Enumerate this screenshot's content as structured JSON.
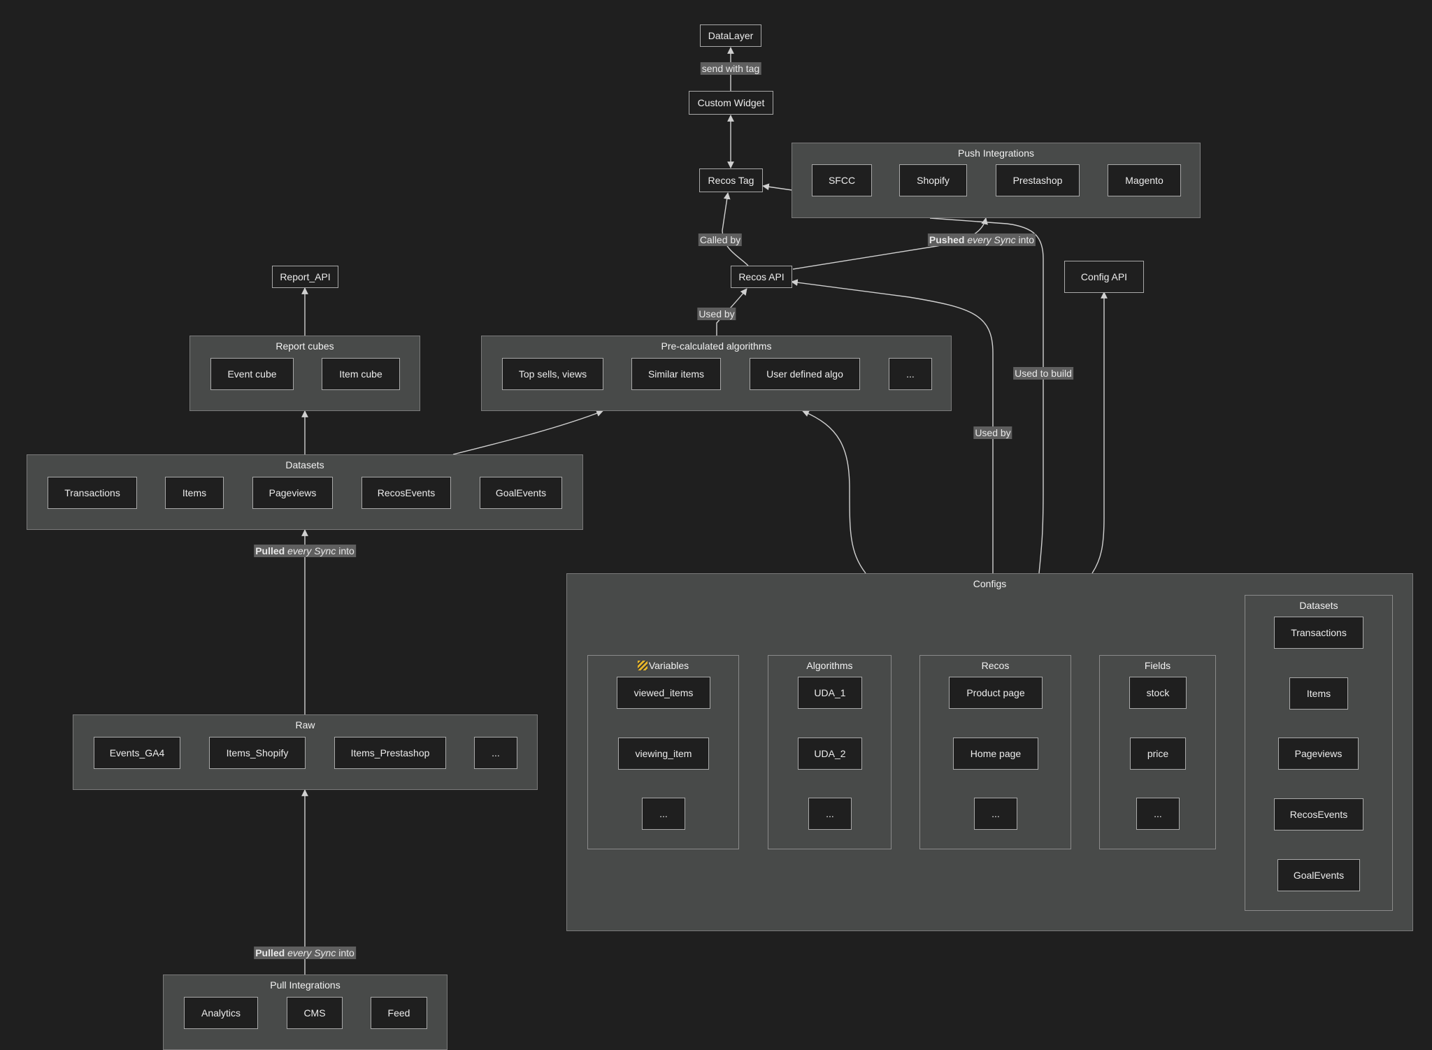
{
  "groups": {
    "push_integrations": {
      "title": "Push Integrations",
      "items": [
        "SFCC",
        "Shopify",
        "Prestashop",
        "Magento"
      ]
    },
    "report_cubes": {
      "title": "Report cubes",
      "items": [
        "Event cube",
        "Item cube"
      ]
    },
    "precalc": {
      "title": "Pre-calculated algorithms",
      "items": [
        "Top sells, views",
        "Similar items",
        "User defined algo",
        "..."
      ]
    },
    "datasets": {
      "title": "Datasets",
      "items": [
        "Transactions",
        "Items",
        "Pageviews",
        "RecosEvents",
        "GoalEvents"
      ]
    },
    "raw": {
      "title": "Raw",
      "items": [
        "Events_GA4",
        "Items_Shopify",
        "Items_Prestashop",
        "..."
      ]
    },
    "pull_integrations": {
      "title": "Pull Integrations",
      "items": [
        "Analytics",
        "CMS",
        "Feed"
      ]
    },
    "configs": {
      "title": "Configs",
      "variables": {
        "title": "Variables",
        "icon": "hazard-stripes-icon",
        "items": [
          "viewed_items",
          "viewing_item",
          "..."
        ]
      },
      "algorithms": {
        "title": "Algorithms",
        "items": [
          "UDA_1",
          "UDA_2",
          "..."
        ]
      },
      "recos": {
        "title": "Recos",
        "items": [
          "Product page",
          "Home page",
          "..."
        ]
      },
      "fields": {
        "title": "Fields",
        "items": [
          "stock",
          "price",
          "..."
        ]
      },
      "datasets": {
        "title": "Datasets",
        "items": [
          "Transactions",
          "Items",
          "Pageviews",
          "RecosEvents",
          "GoalEvents"
        ]
      }
    }
  },
  "nodes": {
    "datalayer": "DataLayer",
    "custom_widget": "Custom Widget",
    "recos_tag": "Recos Tag",
    "recos_api": "Recos API",
    "report_api": "Report_API",
    "config_api": "Config API"
  },
  "edge_labels": {
    "send_with_tag": "send with tag",
    "called_by": "Called by",
    "used_by_precalc": "Used by",
    "pushed_bold": "Pushed",
    "pushed_italic": "every Sync",
    "pushed_rest": "into",
    "used_to_build": "Used to build",
    "used_by_configs": "Used by",
    "pulled_bold": "Pulled",
    "pulled_italic": "every Sync",
    "pulled_rest": "into"
  },
  "colors": {
    "background": "#1f1f1f",
    "group": "#484a49",
    "node": "#1f1f1f",
    "edge": "#d0d0d0",
    "label_bg": "#5f5f5f"
  }
}
